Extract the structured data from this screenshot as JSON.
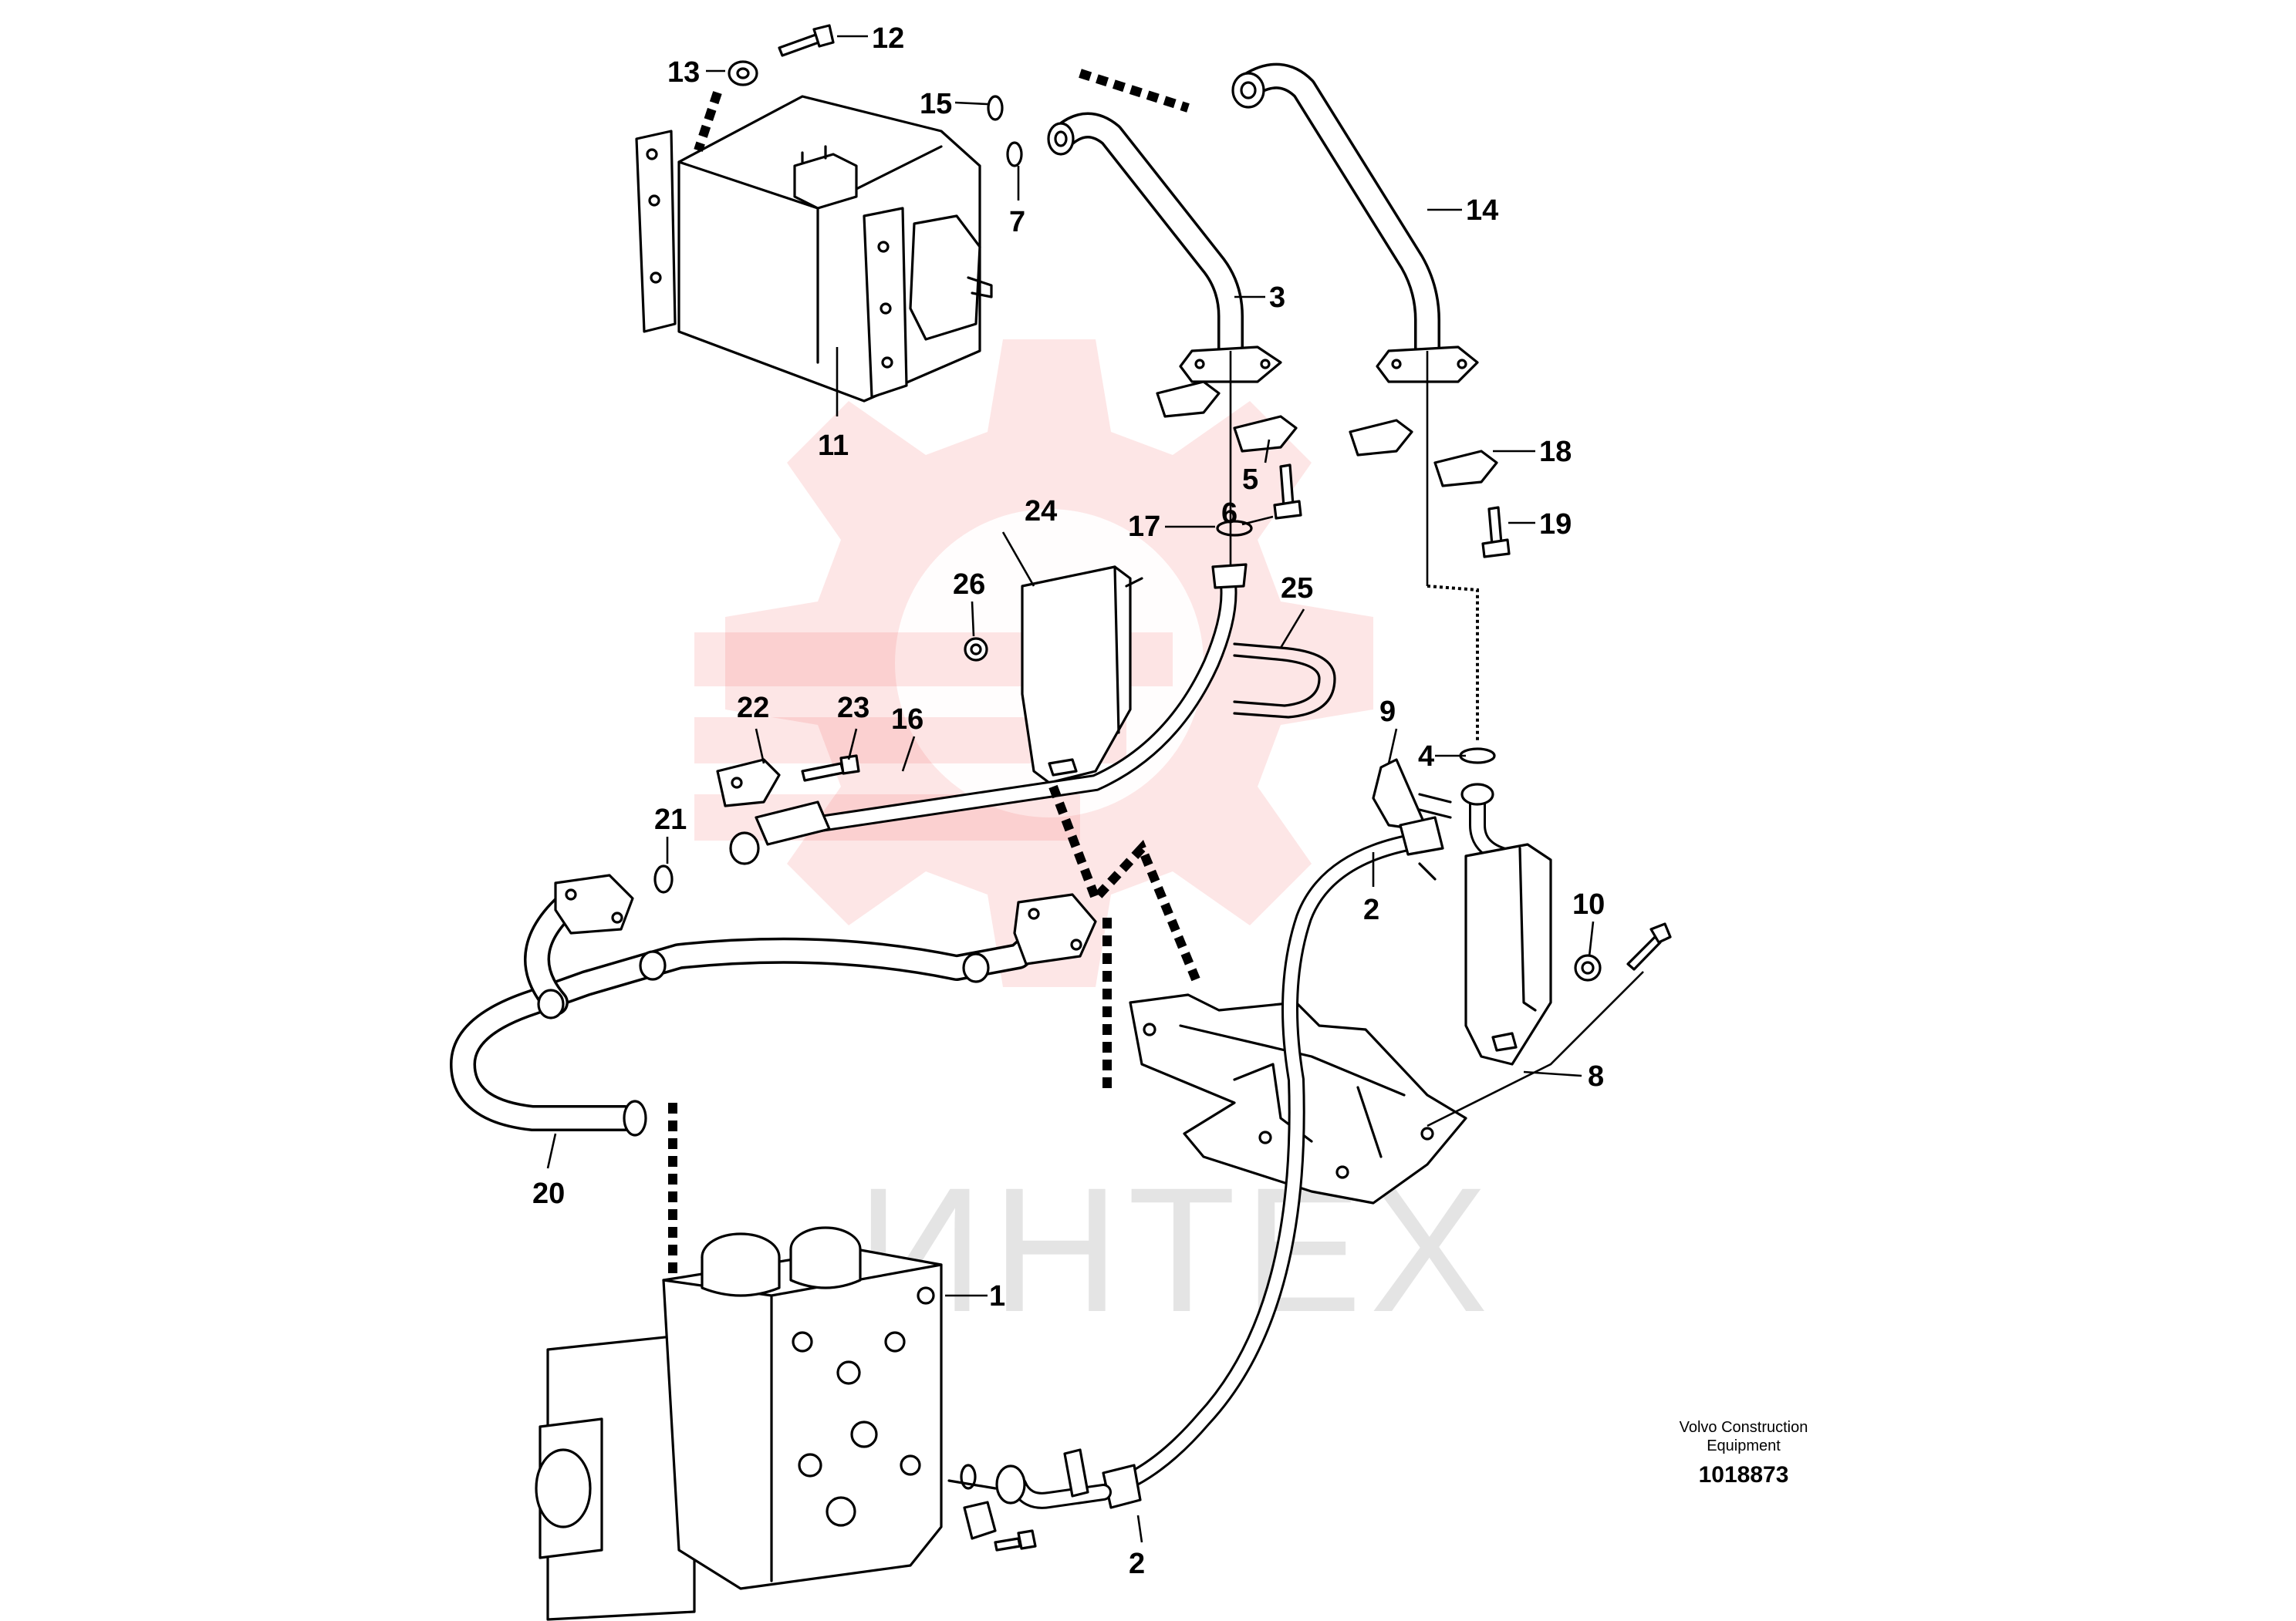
{
  "diagram": {
    "watermark_text": "ИНТЕХ",
    "brand_line1": "Volvo Construction",
    "brand_line2": "Equipment",
    "document_number": "1018873",
    "callouts": {
      "c1": "1",
      "c2a": "2",
      "c2b": "2",
      "c3": "3",
      "c4": "4",
      "c5": "5",
      "c6": "6",
      "c7": "7",
      "c8": "8",
      "c9": "9",
      "c10": "10",
      "c11": "11",
      "c12": "12",
      "c13": "13",
      "c14": "14",
      "c15": "15",
      "c16": "16",
      "c17": "17",
      "c18": "18",
      "c19": "19",
      "c20": "20",
      "c21": "21",
      "c22": "22",
      "c23": "23",
      "c24": "24",
      "c25": "25",
      "c26": "26"
    }
  }
}
